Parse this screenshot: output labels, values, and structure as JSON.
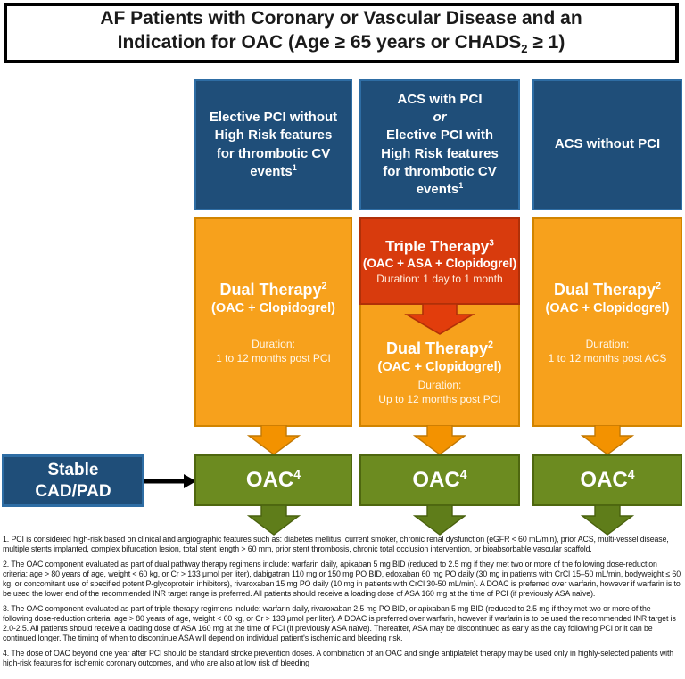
{
  "title": {
    "line1": "AF Patients with Coronary or Vascular Disease and an",
    "line2_pre": "Indication for OAC (Age ≥ 65 years or CHADS",
    "line2_sub": "2",
    "line2_post": " ≥ 1)"
  },
  "columns": [
    {
      "header": {
        "text": "Elective PCI without High Risk features for thrombotic CV events",
        "sup": "1"
      },
      "therapy": {
        "name": "Dual Therapy",
        "sup": "2",
        "combo": "(OAC + Clopidogrel)",
        "duration_label": "Duration:",
        "duration": "1 to 12 months post PCI"
      },
      "oac": {
        "label": "OAC",
        "sup": "4"
      }
    },
    {
      "header": {
        "line1": "ACS with PCI",
        "or": "or",
        "line2": "Elective PCI with High Risk features for thrombotic CV events",
        "sup": "1"
      },
      "triple": {
        "name": "Triple Therapy",
        "sup": "3",
        "combo": "(OAC + ASA + Clopidogrel)",
        "duration": "Duration: 1 day to 1 month"
      },
      "therapy": {
        "name": "Dual Therapy",
        "sup": "2",
        "combo": "(OAC + Clopidogrel)",
        "duration_label": "Duration:",
        "duration": "Up to 12 months post PCI"
      },
      "oac": {
        "label": "OAC",
        "sup": "4"
      }
    },
    {
      "header": {
        "text": "ACS without PCI"
      },
      "therapy": {
        "name": "Dual Therapy",
        "sup": "2",
        "combo": "(OAC + Clopidogrel)",
        "duration_label": "Duration:",
        "duration": "1 to 12 months post ACS"
      },
      "oac": {
        "label": "OAC",
        "sup": "4"
      }
    }
  ],
  "stable": {
    "line1": "Stable",
    "line2": "CAD/PAD"
  },
  "footnotes": [
    "1. PCI is considered high-risk based on clinical and angiographic features such as: diabetes mellitus, current smoker, chronic renal dysfunction (eGFR < 60 mL/min), prior ACS, multi-vessel disease, multiple stents implanted, complex bifurcation lesion, total stent length > 60 mm, prior stent thrombosis, chronic total occlusion intervention, or bioabsorbable vascular scaffold.",
    "2. The OAC component evaluated as part of dual pathway therapy regimens include: warfarin daily, apixaban 5 mg BID (reduced to 2.5 mg if they met two or more of the following dose-reduction criteria: age > 80 years of age, weight < 60 kg, or Cr > 133 μmol per liter), dabigatran 110 mg or 150 mg PO BID, edoxaban 60 mg PO daily (30 mg in patients with CrCl 15–50 mL/min, bodyweight ≤ 60 kg, or concomitant use of specified potent P-glycoprotein inhibitors), rivaroxaban 15 mg PO daily (10 mg in patients with CrCl 30-50 mL/min). A DOAC is preferred over warfarin, however if warfarin is to be used the lower end of the recommended INR target range is preferred. All patients should receive a loading dose of ASA 160 mg at the time of PCI (if previously ASA naïve).",
    "3. The OAC component evaluated as part of triple therapy regimens include: warfarin daily, rivaroxaban 2.5 mg PO BID, or apixaban 5 mg BID (reduced to 2.5 mg if they met two or more of the following dose-reduction criteria: age > 80 years of age, weight < 60 kg, or Cr > 133 μmol per liter). A DOAC is preferred over warfarin, however if warfarin is to be used the recommended INR target is 2.0-2.5. All patients should receive a loading dose of ASA 160 mg at the time of PCI (if previously ASA naïve). Thereafter, ASA may be discontinued as early as the day following PCI or it can be continued longer. The timing of when to discontinue ASA will depend on individual patient's ischemic and bleeding risk.",
    "4. The dose of OAC beyond one year after PCI should be standard stroke prevention doses. A combination of an OAC and single antiplatelet therapy may be used only in highly-selected patients with high-risk features for ischemic coronary outcomes, and who are also at low risk of bleeding"
  ],
  "colors": {
    "dark_blue": "#1F4E79",
    "blue_border": "#2E6DA4",
    "orange": "#F7A11C",
    "orange_border": "#D18400",
    "red": "#D83B0D",
    "red_border": "#B03008",
    "green": "#6C8B20",
    "green_border": "#4E670F",
    "black": "#000000",
    "white": "#FFFFFF"
  }
}
